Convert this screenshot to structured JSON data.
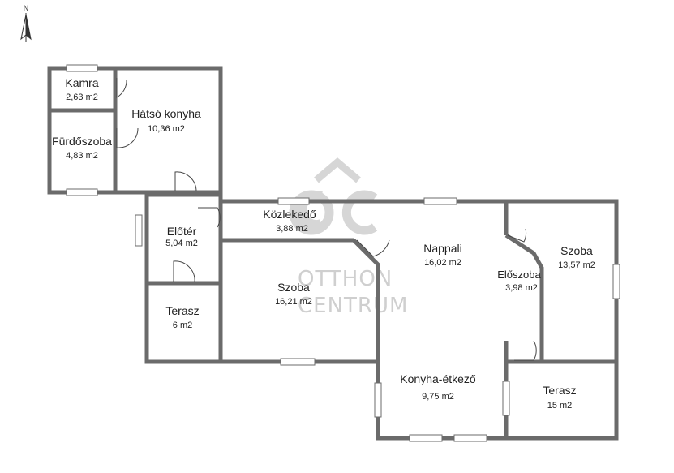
{
  "compass": {
    "label": "N",
    "icon": "north-arrow-icon"
  },
  "watermark": {
    "logo": "oc-house-logo",
    "line1": "OTTHON",
    "line2": "CENTRUM",
    "color": "#cfcfcf"
  },
  "rooms": [
    {
      "id": "kamra",
      "name": "Kamra",
      "area": "2,63 m2"
    },
    {
      "id": "hatso-konyha",
      "name": "Hátsó konyha",
      "area": "10,36 m2"
    },
    {
      "id": "furdoszoba",
      "name": "Fürdőszoba",
      "area": "4,83 m2"
    },
    {
      "id": "eloter",
      "name": "Előtér",
      "area": "5,04 m2"
    },
    {
      "id": "kozlekedo",
      "name": "Közlekedő",
      "area": "3,88 m2"
    },
    {
      "id": "terasz-small",
      "name": "Terasz",
      "area": "6 m2"
    },
    {
      "id": "szoba-left",
      "name": "Szoba",
      "area": "16,21 m2"
    },
    {
      "id": "nappali",
      "name": "Nappali",
      "area": "16,02 m2"
    },
    {
      "id": "eloszoba",
      "name": "Előszoba",
      "area": "3,98 m2"
    },
    {
      "id": "szoba-right",
      "name": "Szoba",
      "area": "13,57 m2"
    },
    {
      "id": "konyha-etkezo",
      "name": "Konyha-étkező",
      "area": "9,75 m2"
    },
    {
      "id": "terasz-large",
      "name": "Terasz",
      "area": "15 m2"
    }
  ],
  "colors": {
    "wall": "#6b6b6b",
    "text": "#222222",
    "background": "#ffffff"
  }
}
